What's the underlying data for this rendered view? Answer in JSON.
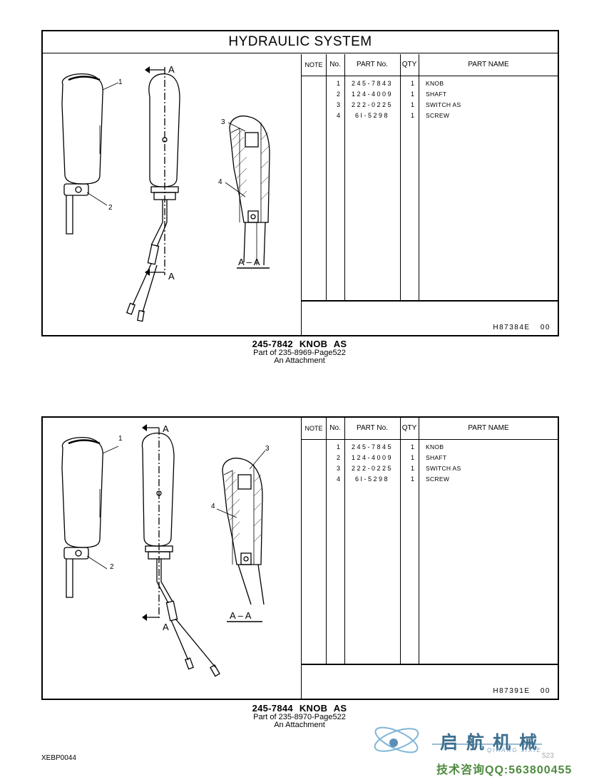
{
  "header": {
    "title": "HYDRAULIC  SYSTEM"
  },
  "columns": {
    "note": "NOTE",
    "no": "No.",
    "part_no": "PART No.",
    "qty": "QTY",
    "part_name": "PART NAME"
  },
  "diagrams": [
    {
      "callouts": {
        "c1": "1",
        "c2": "2",
        "c3": "3",
        "c4": "4",
        "arrowTop": "A",
        "arrowBottom": "A",
        "section": "A – A"
      },
      "parts": [
        {
          "no": "1",
          "part_no": "245-7843",
          "qty": "1",
          "name": "KNOB"
        },
        {
          "no": "2",
          "part_no": "124-4009",
          "qty": "1",
          "name": "SHAFT"
        },
        {
          "no": "3",
          "part_no": "222-0225",
          "qty": "1",
          "name": "SWITCH AS"
        },
        {
          "no": "4",
          "part_no": "6I-5298",
          "qty": "1",
          "name": "SCREW"
        }
      ],
      "code": "H87384E   00",
      "caption": {
        "assembly": "245-7842  KNOB AS",
        "part_of": "Part of 235-8969-Page522",
        "attachment": "An Attachment"
      }
    },
    {
      "callouts": {
        "c1": "1",
        "c2": "2",
        "c3": "3",
        "c4": "4",
        "arrowTop": "A",
        "arrowBottom": "A",
        "section": "A – A"
      },
      "parts": [
        {
          "no": "1",
          "part_no": "245-7845",
          "qty": "1",
          "name": "KNOB"
        },
        {
          "no": "2",
          "part_no": "124-4009",
          "qty": "1",
          "name": "SHAFT"
        },
        {
          "no": "3",
          "part_no": "222-0225",
          "qty": "1",
          "name": "SWITCH AS"
        },
        {
          "no": "4",
          "part_no": "6I-5298",
          "qty": "1",
          "name": "SCREW"
        }
      ],
      "code": "H87391E   00",
      "caption": {
        "assembly": "245-7844  KNOB AS",
        "part_of": "Part of 235-8970-Page522",
        "attachment": "An Attachment"
      }
    }
  ],
  "footer": {
    "doc_id": "XEBP0044"
  },
  "watermark": {
    "brand_cn": "启航机械",
    "brand_pinyin": "QIHANG JIXIE",
    "page_number": "523",
    "contact": "技术咨询QQ:563800455"
  }
}
